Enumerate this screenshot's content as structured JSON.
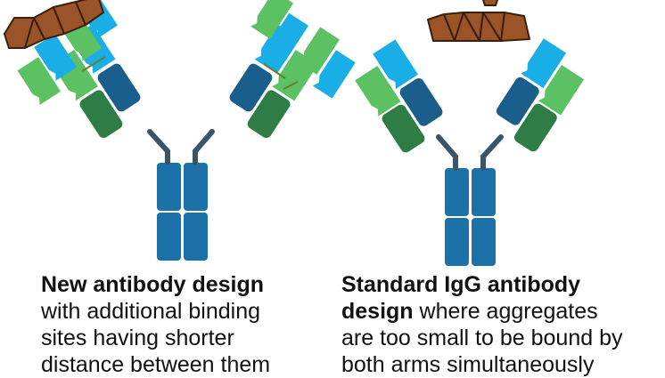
{
  "colors": {
    "heavy_chain": "#1c72a8",
    "heavy_chain_dark": "#1a5f8c",
    "hinge": "#3b5568",
    "light_constant": "#2e7d46",
    "light_variable": "#5cc163",
    "extra_variable": "#19aee6",
    "extra_variable_light": "#5dc669",
    "aggregate_fill": "#9a5428",
    "aggregate_stroke": "#3a1f0e",
    "linker": "#6b7d2b",
    "text": "#111111"
  },
  "left_caption": {
    "bold": "New antibody design",
    "lines": [
      "with additional binding",
      "sites having shorter",
      "distance between them"
    ]
  },
  "right_caption": {
    "bold_line1": "Standard IgG antibody",
    "bold_line2": "design",
    "rest_line2": " where aggregates",
    "lines": [
      "are too small to be bound by",
      "both arms simultaneously"
    ]
  },
  "icons": {
    "left_antibody": "multivalent-antibody-icon",
    "right_antibody": "igg-antibody-icon",
    "aggregate": "protein-aggregate-icon"
  }
}
